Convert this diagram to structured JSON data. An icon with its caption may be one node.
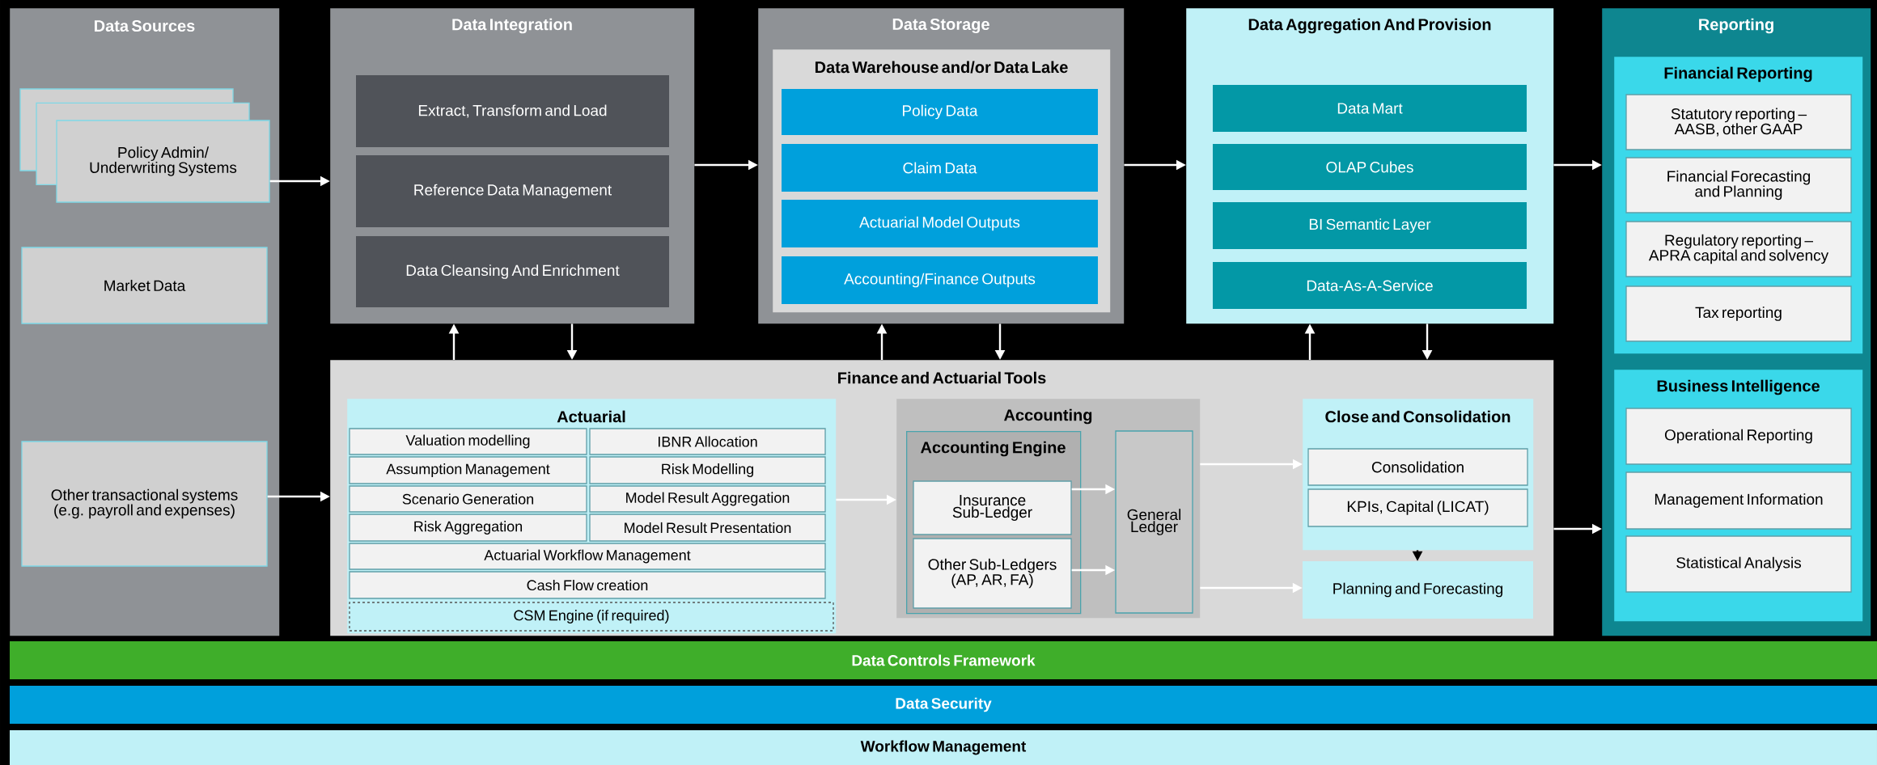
{
  "diagram": {
    "nodes": [
      {
        "text": [
          "Data Sources"
        ]
      },
      {
        "text": [
          "Policy Admin/ Underwriting Systems"
        ],
        "in": 0
      },
      {
        "text": [
          "Market Data"
        ],
        "in": 0
      },
      {
        "text": [
          "Other transactional systems (e.g. payroll and expenses)"
        ],
        "in": 0
      },
      {
        "text": [
          "Data Integration"
        ]
      },
      {
        "text": [
          "Extract, Transform and Load"
        ],
        "in": 4
      },
      {
        "text": [
          "Reference Data Management"
        ],
        "in": 4
      },
      {
        "text": [
          "Data Cleansing And Enrichment"
        ],
        "in": 4
      },
      {
        "text": [
          "Data Storage"
        ]
      },
      {
        "text": [
          "Data Warehouse and/or Data Lake"
        ],
        "in": 8
      },
      {
        "text": [
          "Policy Data"
        ],
        "in": 9
      },
      {
        "text": [
          "Claim Data"
        ],
        "in": 9
      },
      {
        "text": [
          "Actuarial Model Outputs"
        ],
        "in": 9
      },
      {
        "text": [
          "Accounting/Finance Outputs"
        ],
        "in": 9
      },
      {
        "text": [
          "Data Aggregation And Provision"
        ]
      },
      {
        "text": [
          "Data Mart"
        ],
        "in": 14
      },
      {
        "text": [
          "OLAP Cubes"
        ],
        "in": 14
      },
      {
        "text": [
          "BI Semantic Layer"
        ],
        "in": 14
      },
      {
        "text": [
          "Data-As-A-Service"
        ],
        "in": 14
      },
      {
        "text": [
          "Reporting"
        ]
      },
      {
        "text": [
          "Financial Reporting"
        ],
        "in": 19
      },
      {
        "text": [
          "Statutory reporting – AASB, other GAAP"
        ],
        "in": 20
      },
      {
        "text": [
          "Financial Forecasting and Planning"
        ],
        "in": 20
      },
      {
        "text": [
          "Regulatory reporting – APRA capital and solvency"
        ],
        "in": 20
      },
      {
        "text": [
          "Tax reporting"
        ],
        "in": 20
      },
      {
        "text": [
          "Business Intelligence"
        ],
        "in": 19
      },
      {
        "text": [
          "Operational Reporting"
        ],
        "in": 25
      },
      {
        "text": [
          "Management Information"
        ],
        "in": 25
      },
      {
        "text": [
          "Statistical Analysis"
        ],
        "in": 25
      },
      {
        "text": [
          "Finance and Actuarial Tools"
        ]
      },
      {
        "text": [
          "Actuarial"
        ],
        "in": 29
      },
      {
        "text": [
          "Valuation modelling"
        ],
        "in": 30
      },
      {
        "text": [
          "IBNR Allocation"
        ],
        "in": 30
      },
      {
        "text": [
          "Assumption Management"
        ],
        "in": 30
      },
      {
        "text": [
          "Risk Modelling"
        ],
        "in": 30
      },
      {
        "text": [
          "Scenario Generation"
        ],
        "in": 30
      },
      {
        "text": [
          "Model Result Aggregation"
        ],
        "in": 30
      },
      {
        "text": [
          "Risk Aggregation"
        ],
        "in": 30
      },
      {
        "text": [
          "Model Result Presentation"
        ],
        "in": 30
      },
      {
        "text": [
          "Actuarial Workflow Management"
        ],
        "in": 30
      },
      {
        "text": [
          "Cash Flow creation"
        ],
        "in": 30
      },
      {
        "text": [
          "CSM Engine (if required)"
        ],
        "in": 30
      },
      {
        "text": [
          "Accounting"
        ],
        "in": 29
      },
      {
        "text": [
          "Accounting Engine"
        ],
        "in": 42
      },
      {
        "text": [
          "Insurance Sub-Ledger"
        ],
        "in": 43
      },
      {
        "text": [
          "Other Sub-Ledgers (AP, AR, FA)"
        ],
        "in": 43
      },
      {
        "text": [
          "General Ledger"
        ],
        "in": 42
      },
      {
        "text": [
          "Close and Consolidation"
        ],
        "in": 29
      },
      {
        "text": [
          "Consolidation"
        ],
        "in": 47
      },
      {
        "text": [
          "KPIs, Capital (LICAT)"
        ],
        "in": 47
      },
      {
        "text": [
          "Planning and Forecasting"
        ],
        "in": 29
      },
      {
        "text": [
          "Data Controls Framework"
        ]
      },
      {
        "text": [
          "Data Security"
        ]
      },
      {
        "text": [
          "Workflow Management"
        ]
      }
    ],
    "edges": [
      {
        "from": 1,
        "to": 4,
        "arrow": "to"
      },
      {
        "from": 3,
        "to": 29,
        "arrow": "to"
      },
      {
        "from": 4,
        "to": 8,
        "arrow": "to"
      },
      {
        "from": 8,
        "to": 14,
        "arrow": "to"
      },
      {
        "from": 14,
        "to": 19,
        "arrow": "to"
      },
      {
        "from": 29,
        "to": 19,
        "arrow": "to"
      },
      {
        "from": 29,
        "to": 4,
        "arrow": "to"
      },
      {
        "from": 4,
        "to": 29,
        "arrow": "to"
      },
      {
        "from": 29,
        "to": 8,
        "arrow": "to"
      },
      {
        "from": 8,
        "to": 29,
        "arrow": "to"
      },
      {
        "from": 29,
        "to": 14,
        "arrow": "to"
      },
      {
        "from": 14,
        "to": 29,
        "arrow": "to"
      },
      {
        "from": 30,
        "to": 42,
        "arrow": "to"
      },
      {
        "from": 44,
        "to": 46,
        "arrow": "to"
      },
      {
        "from": 45,
        "to": 46,
        "arrow": "to"
      },
      {
        "from": 42,
        "to": 47,
        "arrow": "to"
      },
      {
        "from": 42,
        "to": 50,
        "arrow": "to"
      },
      {
        "from": 47,
        "to": 50,
        "arrow": "to",
        "color": "#000000"
      }
    ]
  }
}
